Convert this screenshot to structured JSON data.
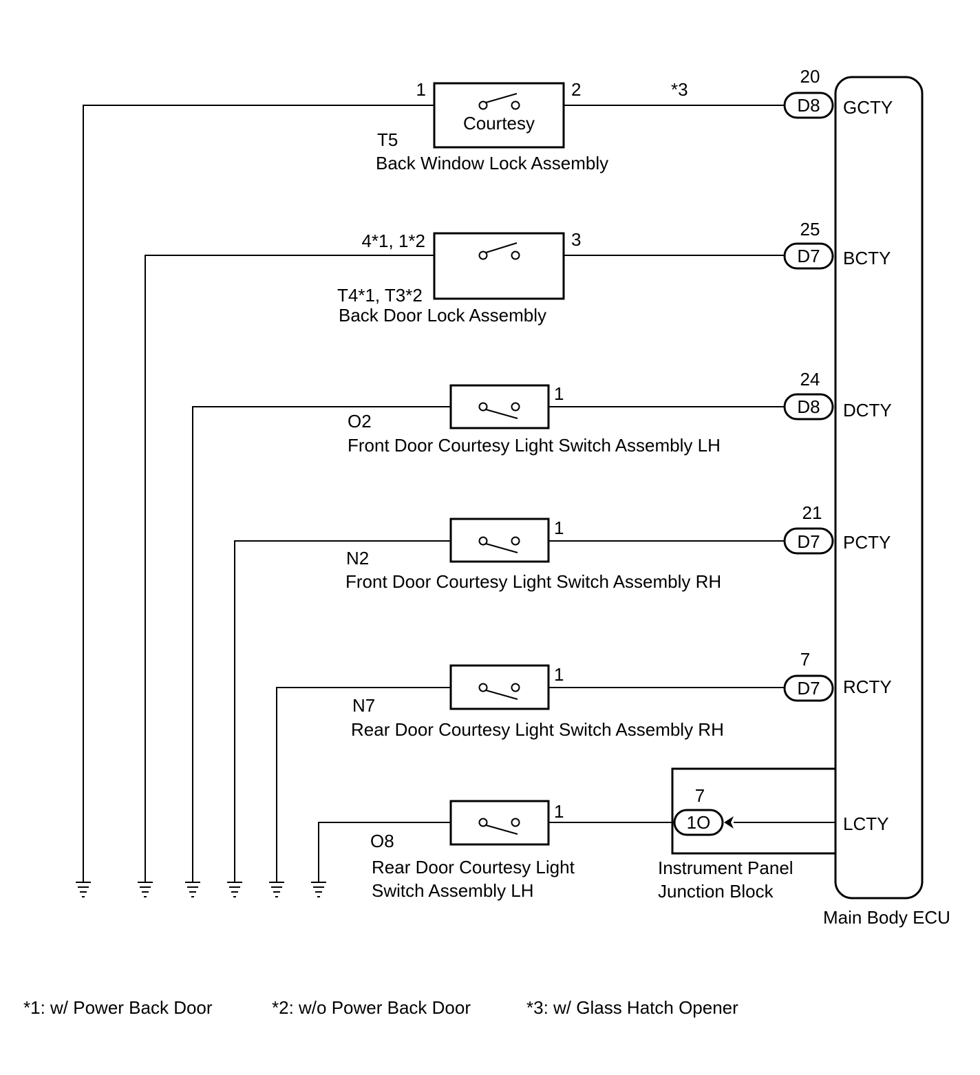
{
  "ecu": {
    "name": "Main Body ECU",
    "terminals": [
      "GCTY",
      "BCTY",
      "DCTY",
      "PCTY",
      "RCTY",
      "LCTY"
    ]
  },
  "connectors": [
    {
      "pin": "20",
      "id": "D8"
    },
    {
      "pin": "25",
      "id": "D7"
    },
    {
      "pin": "24",
      "id": "D8"
    },
    {
      "pin": "21",
      "id": "D7"
    },
    {
      "pin": "7",
      "id": "D7"
    }
  ],
  "junction": {
    "pin": "7",
    "id": "1O",
    "name_line1": "Instrument Panel",
    "name_line2": "Junction Block"
  },
  "switches": {
    "back_window": {
      "pin_left": "1",
      "pin_right": "2",
      "inner": "Courtesy",
      "code": "T5",
      "name": "Back Window Lock Assembly",
      "wire_note": "*3"
    },
    "back_door": {
      "pin_left": "4*1, 1*2",
      "pin_right": "3",
      "code": "T4*1, T3*2",
      "name": "Back Door Lock Assembly"
    },
    "front_lh": {
      "pin": "1",
      "code": "O2",
      "name": "Front Door Courtesy Light Switch Assembly LH"
    },
    "front_rh": {
      "pin": "1",
      "code": "N2",
      "name": "Front Door Courtesy Light Switch Assembly RH"
    },
    "rear_rh": {
      "pin": "1",
      "code": "N7",
      "name": "Rear Door Courtesy Light Switch Assembly RH"
    },
    "rear_lh": {
      "pin": "1",
      "code": "O8",
      "name_line1": "Rear Door Courtesy Light",
      "name_line2": "Switch Assembly LH"
    }
  },
  "footnotes": [
    "*1: w/ Power Back Door",
    "*2: w/o Power Back Door",
    "*3: w/ Glass Hatch Opener"
  ]
}
